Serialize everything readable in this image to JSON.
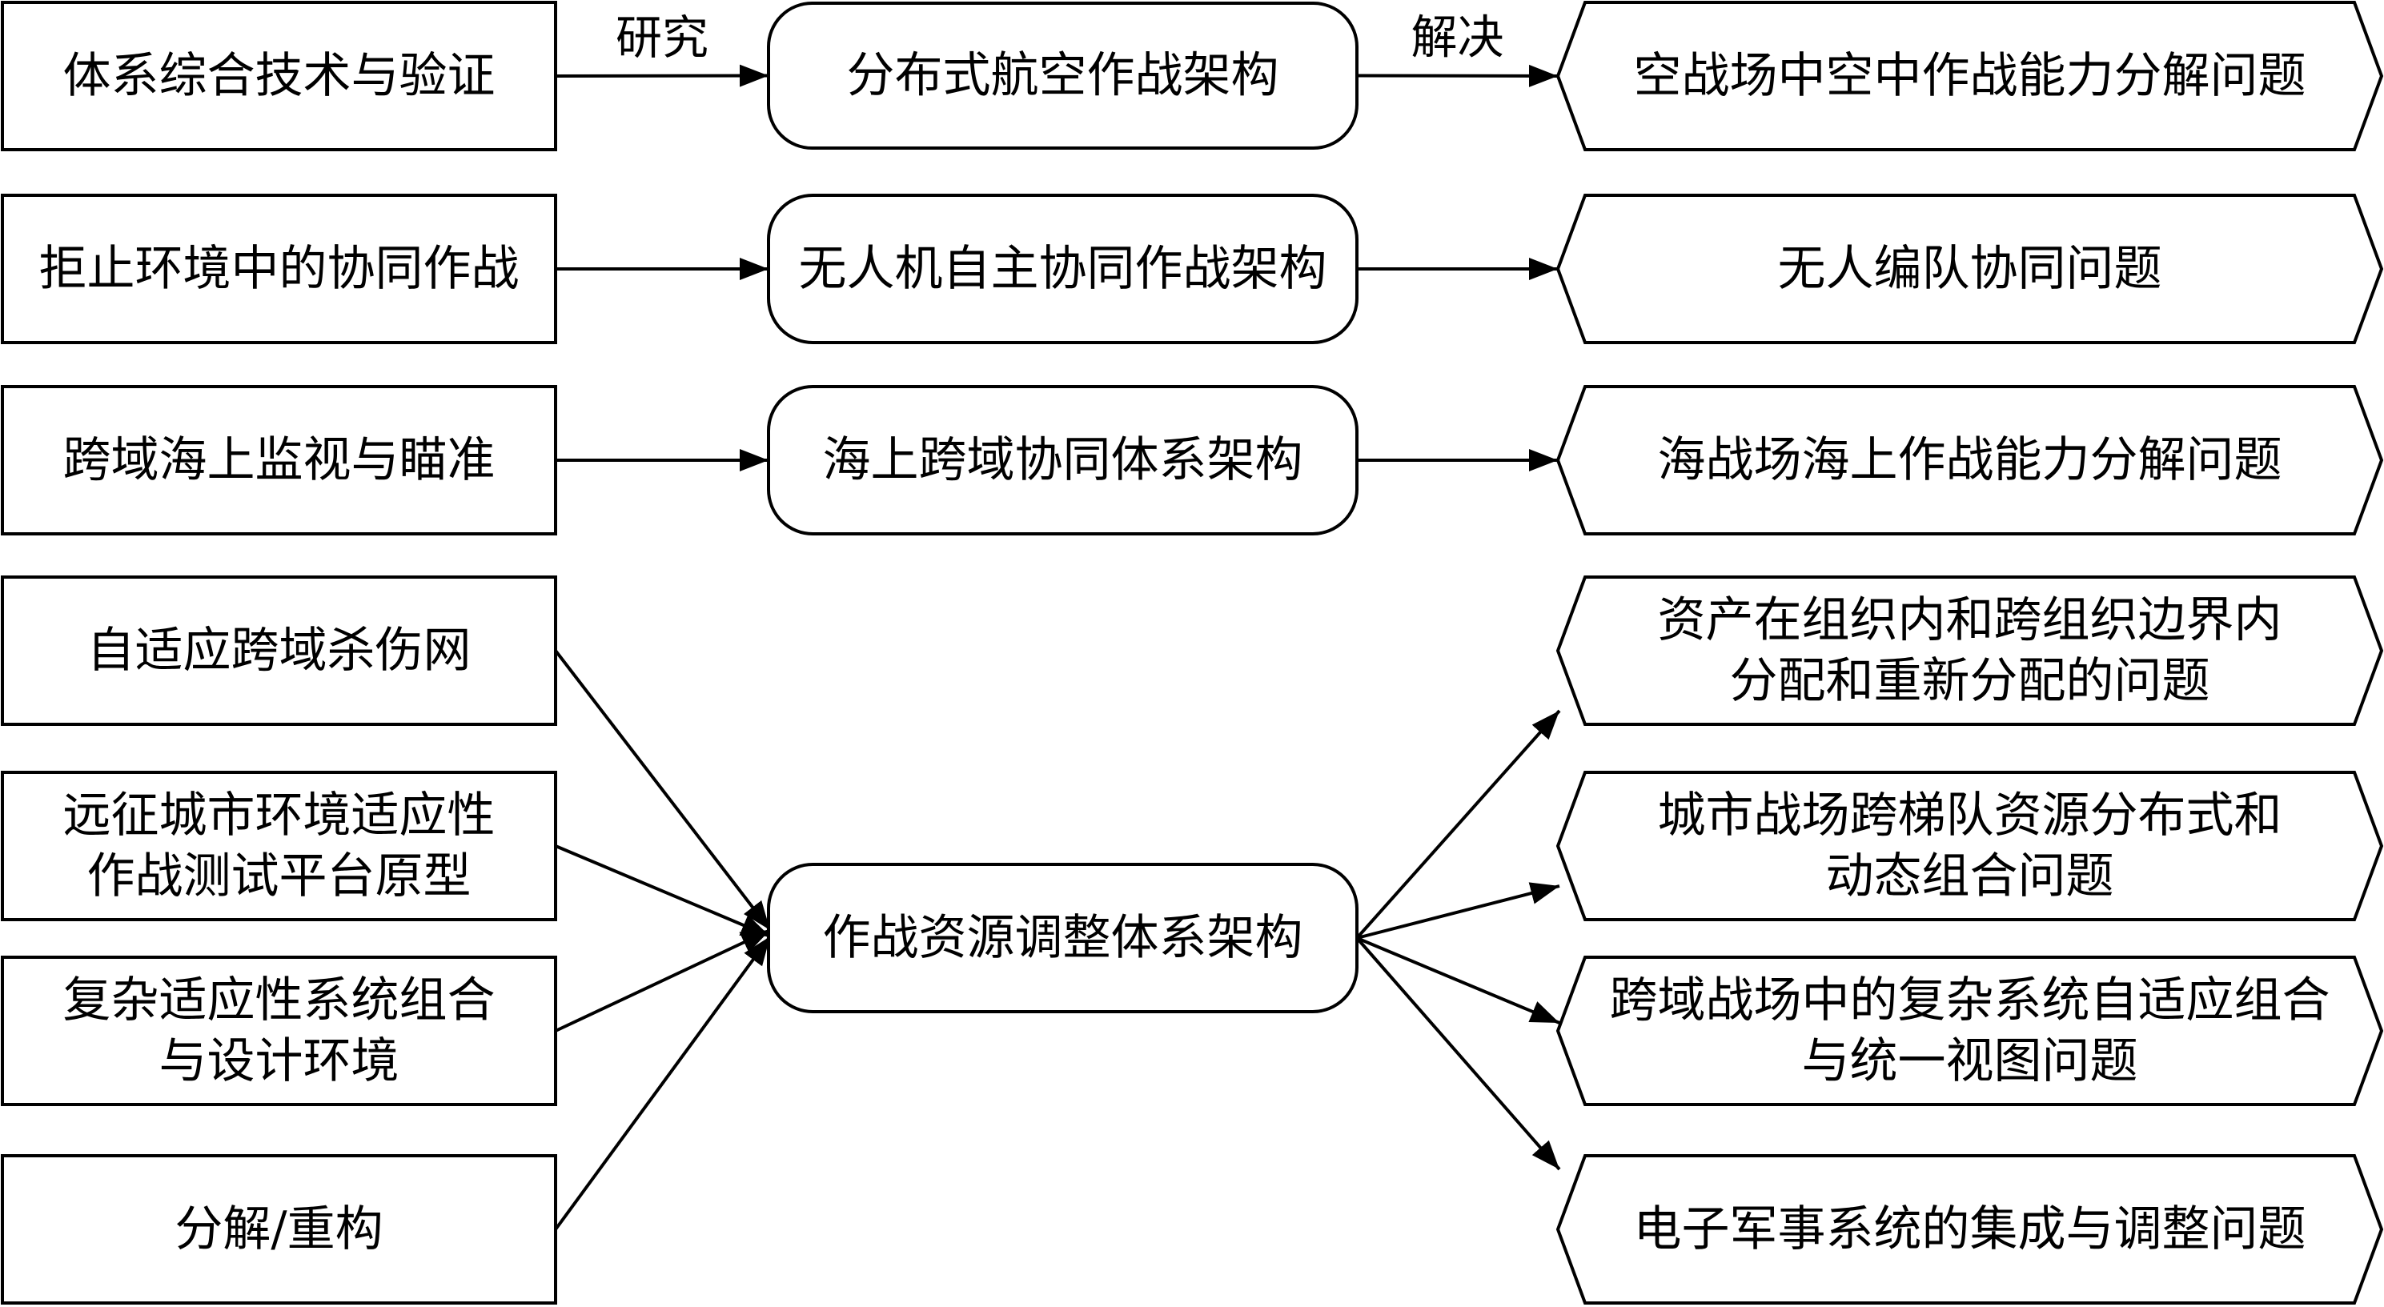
{
  "colors": {
    "stroke": "#000000",
    "fill": "#ffffff",
    "text": "#000000"
  },
  "sources": [
    {
      "id": "s1",
      "label": [
        "体系综合技术与验证"
      ]
    },
    {
      "id": "s2",
      "label": [
        "拒止环境中的协同作战"
      ]
    },
    {
      "id": "s3",
      "label": [
        "跨域海上监视与瞄准"
      ]
    },
    {
      "id": "s4",
      "label": [
        "自适应跨域杀伤网"
      ]
    },
    {
      "id": "s5",
      "label": [
        "远征城市环境适应性",
        "作战测试平台原型"
      ]
    },
    {
      "id": "s6",
      "label": [
        "复杂适应性系统组合",
        "与设计环境"
      ]
    },
    {
      "id": "s7",
      "label": [
        "分解/重构"
      ]
    }
  ],
  "architectures": [
    {
      "id": "a1",
      "label": [
        "分布式航空作战架构"
      ]
    },
    {
      "id": "a2",
      "label": [
        "无人机自主协同作战架构"
      ]
    },
    {
      "id": "a3",
      "label": [
        "海上跨域协同体系架构"
      ]
    },
    {
      "id": "a4",
      "label": [
        "作战资源调整体系架构"
      ]
    }
  ],
  "problems": [
    {
      "id": "p1",
      "label": [
        "空战场中空中作战能力分解问题"
      ]
    },
    {
      "id": "p2",
      "label": [
        "无人编队协同问题"
      ]
    },
    {
      "id": "p3",
      "label": [
        "海战场海上作战能力分解问题"
      ]
    },
    {
      "id": "p4",
      "label": [
        "资产在组织内和跨组织边界内",
        "分配和重新分配的问题"
      ]
    },
    {
      "id": "p5",
      "label": [
        "城市战场跨梯队资源分布式和",
        "动态组合问题"
      ]
    },
    {
      "id": "p6",
      "label": [
        "跨域战场中的复杂系统自适应组合",
        "与统一视图问题"
      ]
    },
    {
      "id": "p7",
      "label": [
        "电子军事系统的集成与调整问题"
      ]
    }
  ],
  "edge_labels": {
    "research": "研究",
    "solve": "解决"
  },
  "edges": [
    {
      "from": "s1",
      "to": "a1",
      "label": "research"
    },
    {
      "from": "a1",
      "to": "p1",
      "label": "solve"
    },
    {
      "from": "s2",
      "to": "a2"
    },
    {
      "from": "a2",
      "to": "p2"
    },
    {
      "from": "s3",
      "to": "a3"
    },
    {
      "from": "a3",
      "to": "p3"
    },
    {
      "from": "s4",
      "to": "a4"
    },
    {
      "from": "s5",
      "to": "a4"
    },
    {
      "from": "s6",
      "to": "a4"
    },
    {
      "from": "s7",
      "to": "a4"
    },
    {
      "from": "a4",
      "to": "p4"
    },
    {
      "from": "a4",
      "to": "p5"
    },
    {
      "from": "a4",
      "to": "p6"
    },
    {
      "from": "a4",
      "to": "p7"
    }
  ]
}
